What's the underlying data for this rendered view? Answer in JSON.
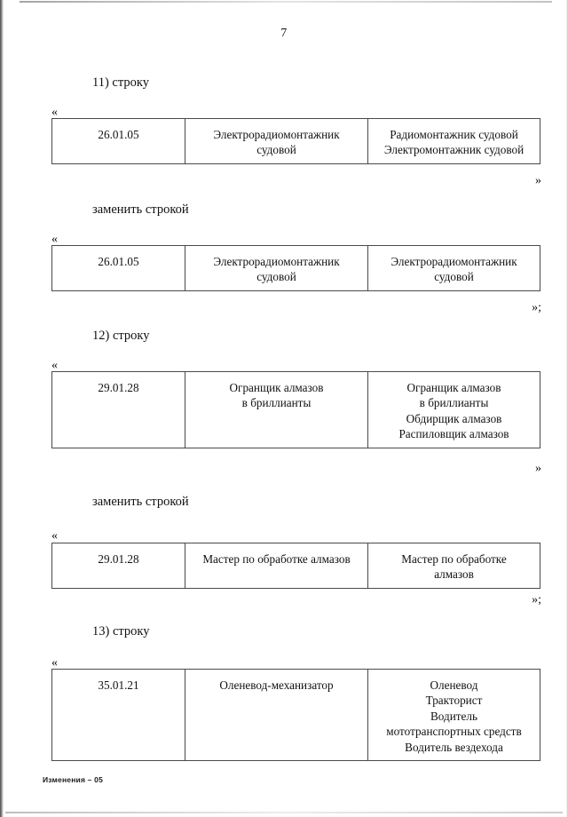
{
  "page": {
    "number": "7",
    "footer_note": "Изменения – 05",
    "quote_open": "«",
    "quote_close": "»",
    "quote_close_semicolon": "»;"
  },
  "sections": [
    {
      "id": "item-11",
      "label": "11) строку",
      "table": {
        "code": "26.01.05",
        "old_profession": [
          "Электрорадиомонтажник",
          "судовой"
        ],
        "new_professions": [
          "Радиомонтажник судовой",
          "Электромонтажник судовой"
        ]
      },
      "closing": "»"
    },
    {
      "id": "replace-11",
      "label": "заменить строкой",
      "table": {
        "code": "26.01.05",
        "old_profession": [
          "Электрорадиомонтажник",
          "судовой"
        ],
        "new_professions": [
          "Электрорадиомонтажник",
          "судовой"
        ]
      },
      "closing": "»;"
    },
    {
      "id": "item-12",
      "label": "12) строку",
      "table": {
        "code": "29.01.28",
        "old_profession": [
          "Огранщик алмазов",
          "в бриллианты"
        ],
        "new_professions": [
          "Огранщик алмазов",
          "в бриллианты",
          "Обдирщик алмазов",
          "Распиловщик алмазов"
        ]
      },
      "closing": "»"
    },
    {
      "id": "replace-12",
      "label": "заменить строкой",
      "table": {
        "code": "29.01.28",
        "old_profession": [
          "Мастер по обработке алмазов"
        ],
        "new_professions": [
          "Мастер по обработке",
          "алмазов"
        ]
      },
      "closing": "»;"
    },
    {
      "id": "item-13",
      "label": "13) строку",
      "table": {
        "code": "35.01.21",
        "old_profession": [
          "Оленевод-механизатор"
        ],
        "new_professions": [
          "Оленевод",
          "Тракторист",
          "Водитель",
          "мототранспортных средств",
          "Водитель вездехода"
        ]
      },
      "closing": ""
    }
  ]
}
